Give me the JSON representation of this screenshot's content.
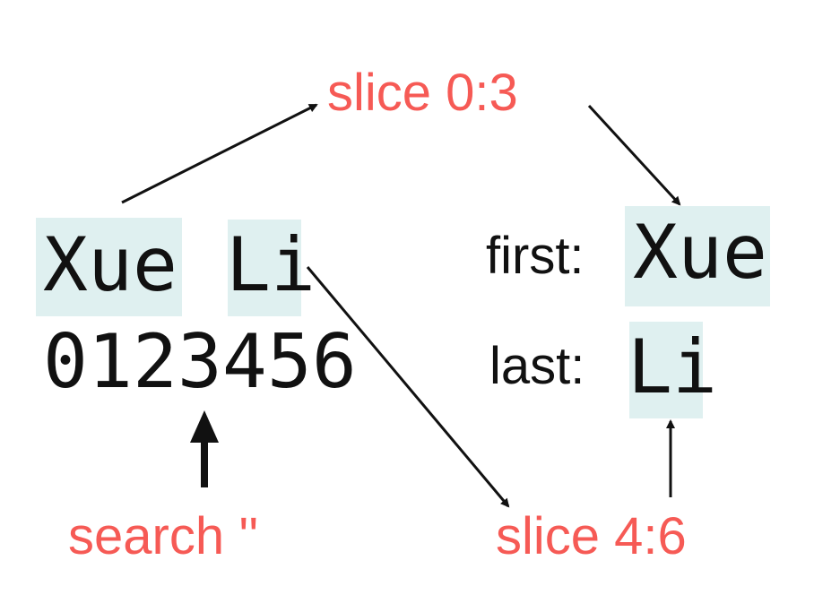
{
  "source": {
    "first_name": "Xue",
    "last_name": "Li",
    "indices": "0123456"
  },
  "operations": {
    "slice_first": "slice 0:3",
    "slice_last": "slice 4:6",
    "search": "search ''"
  },
  "result": {
    "first_label": "first:",
    "first_value": "Xue",
    "last_label": "last:",
    "last_value": "Li"
  },
  "colors": {
    "highlight": "#dff0f0",
    "operation_text": "#f65a55",
    "text": "#111111"
  }
}
